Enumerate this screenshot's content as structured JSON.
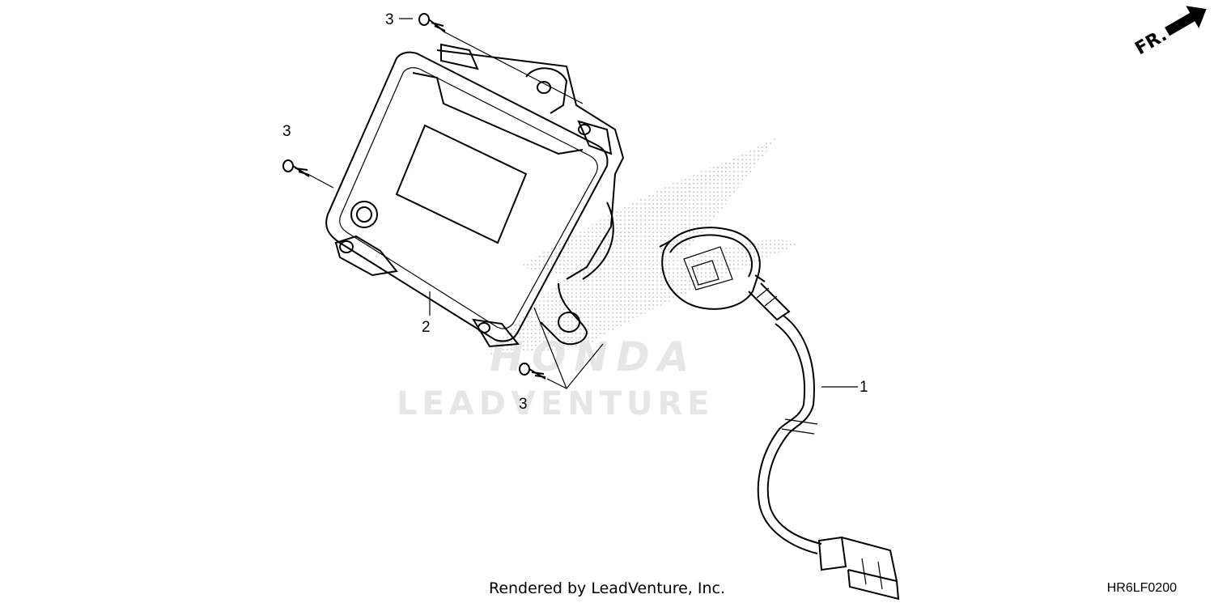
{
  "diagram": {
    "direction_label": "FR.",
    "watermark_text": "LEADVENTURE",
    "watermark_brand": "HONDA",
    "callouts": [
      {
        "id": "c1",
        "label": "1"
      },
      {
        "id": "c2",
        "label": "2"
      },
      {
        "id": "c3a",
        "label": "3"
      },
      {
        "id": "c3b",
        "label": "3"
      },
      {
        "id": "c3c",
        "label": "3"
      }
    ]
  },
  "footer": {
    "credit": "Rendered by LeadVenture, Inc.",
    "diagram_code": "HR6LF0200"
  },
  "colors": {
    "line": "#000000",
    "watermark": "#e6e6e6"
  }
}
